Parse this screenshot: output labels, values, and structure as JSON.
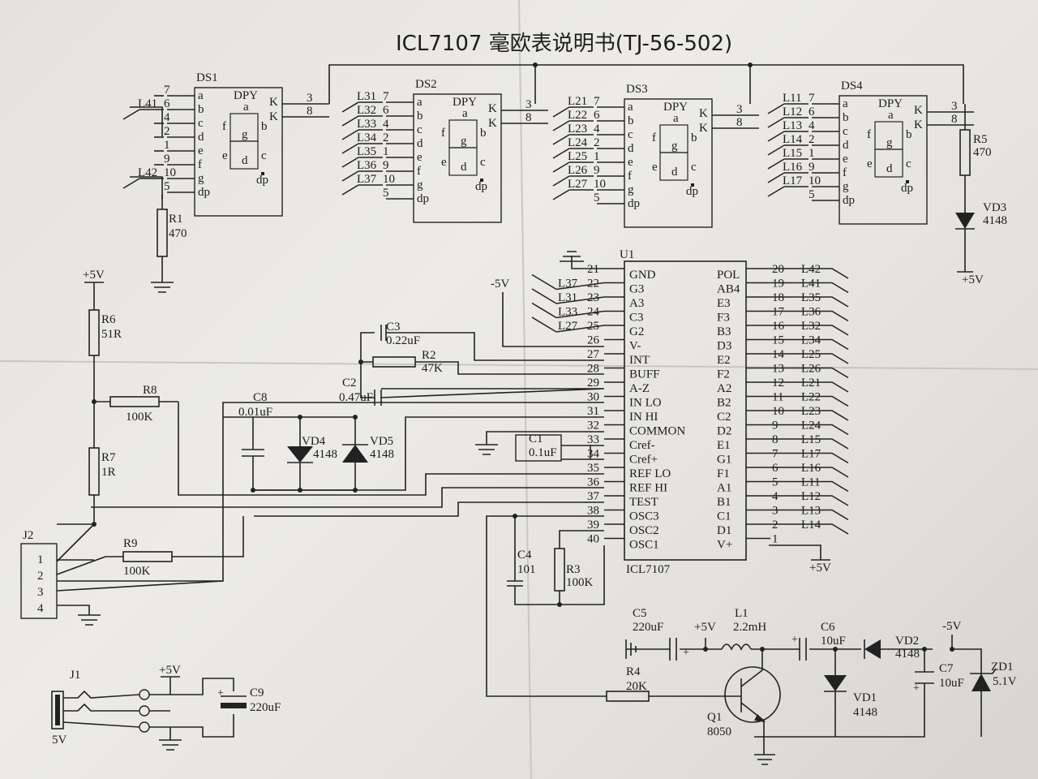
{
  "title": "ICL7107 毫欧表说明书(TJ-56-502)",
  "displays": [
    {
      "ref": "DS1",
      "dpy": "DPY",
      "k": "K",
      "pins": [
        "7",
        "6",
        "4",
        "2",
        "1",
        "9",
        "10",
        "5"
      ],
      "nets": [
        "",
        "L41",
        "",
        "",
        "",
        "",
        "L42",
        ""
      ],
      "extra_pins": [
        "3",
        "8"
      ]
    },
    {
      "ref": "DS2",
      "dpy": "DPY",
      "k": "K",
      "pins": [
        "7",
        "6",
        "4",
        "2",
        "1",
        "9",
        "10",
        "5"
      ],
      "nets": [
        "L31",
        "L32",
        "L33",
        "L34",
        "L35",
        "L36",
        "L37",
        ""
      ],
      "extra_pins": [
        "3",
        "8"
      ]
    },
    {
      "ref": "DS3",
      "dpy": "DPY",
      "k": "K",
      "pins": [
        "7",
        "6",
        "4",
        "2",
        "1",
        "9",
        "10",
        "5"
      ],
      "nets": [
        "L21",
        "L22",
        "L23",
        "L24",
        "L25",
        "L26",
        "L27",
        ""
      ],
      "extra_pins": [
        "3",
        "8"
      ]
    },
    {
      "ref": "DS4",
      "dpy": "DPY",
      "k": "K",
      "pins": [
        "7",
        "6",
        "4",
        "2",
        "1",
        "9",
        "10",
        "5"
      ],
      "nets": [
        "L11",
        "L12",
        "L13",
        "L14",
        "L15",
        "L16",
        "L17",
        ""
      ],
      "extra_pins": [
        "3",
        "8"
      ]
    }
  ],
  "seg_labels": [
    "a",
    "b",
    "c",
    "d",
    "e",
    "f",
    "g",
    "dp"
  ],
  "seg_glyphs": {
    "a": "a",
    "b": "b",
    "c": "c",
    "d": "d",
    "e": "e",
    "f": "f",
    "g": "g",
    "dp": "dp"
  },
  "ic": {
    "ref": "U1",
    "part": "ICL7107",
    "left": [
      {
        "pin": "21",
        "name": "GND",
        "net": ""
      },
      {
        "pin": "22",
        "name": "G3",
        "net": "L37"
      },
      {
        "pin": "23",
        "name": "A3",
        "net": "L31"
      },
      {
        "pin": "24",
        "name": "C3",
        "net": "L33"
      },
      {
        "pin": "25",
        "name": "G2",
        "net": "L27"
      },
      {
        "pin": "26",
        "name": "V-",
        "net": ""
      },
      {
        "pin": "27",
        "name": "INT",
        "net": ""
      },
      {
        "pin": "28",
        "name": "BUFF",
        "net": ""
      },
      {
        "pin": "29",
        "name": "A-Z",
        "net": ""
      },
      {
        "pin": "30",
        "name": "IN LO",
        "net": ""
      },
      {
        "pin": "31",
        "name": "IN HI",
        "net": ""
      },
      {
        "pin": "32",
        "name": "COMMON",
        "net": ""
      },
      {
        "pin": "33",
        "name": "Cref-",
        "net": ""
      },
      {
        "pin": "34",
        "name": "Cref+",
        "net": ""
      },
      {
        "pin": "35",
        "name": "REF LO",
        "net": ""
      },
      {
        "pin": "36",
        "name": "REF HI",
        "net": ""
      },
      {
        "pin": "37",
        "name": "TEST",
        "net": ""
      },
      {
        "pin": "38",
        "name": "OSC3",
        "net": ""
      },
      {
        "pin": "39",
        "name": "OSC2",
        "net": ""
      },
      {
        "pin": "40",
        "name": "OSC1",
        "net": ""
      }
    ],
    "right": [
      {
        "pin": "20",
        "name": "POL",
        "net": "L42"
      },
      {
        "pin": "19",
        "name": "AB4",
        "net": "L41"
      },
      {
        "pin": "18",
        "name": "E3",
        "net": "L35"
      },
      {
        "pin": "17",
        "name": "F3",
        "net": "L36"
      },
      {
        "pin": "16",
        "name": "B3",
        "net": "L32"
      },
      {
        "pin": "15",
        "name": "D3",
        "net": "L34"
      },
      {
        "pin": "14",
        "name": "E2",
        "net": "L25"
      },
      {
        "pin": "13",
        "name": "F2",
        "net": "L26"
      },
      {
        "pin": "12",
        "name": "A2",
        "net": "L21"
      },
      {
        "pin": "11",
        "name": "B2",
        "net": "L22"
      },
      {
        "pin": "10",
        "name": "C2",
        "net": "L23"
      },
      {
        "pin": "9",
        "name": "D2",
        "net": "L24"
      },
      {
        "pin": "8",
        "name": "E1",
        "net": "L15"
      },
      {
        "pin": "7",
        "name": "G1",
        "net": "L17"
      },
      {
        "pin": "6",
        "name": "F1",
        "net": "L16"
      },
      {
        "pin": "5",
        "name": "A1",
        "net": "L11"
      },
      {
        "pin": "4",
        "name": "B1",
        "net": "L12"
      },
      {
        "pin": "3",
        "name": "C1",
        "net": "L13"
      },
      {
        "pin": "2",
        "name": "D1",
        "net": "L14"
      },
      {
        "pin": "1",
        "name": "V+",
        "net": ""
      }
    ]
  },
  "components": {
    "r1": {
      "ref": "R1",
      "value": "470"
    },
    "r2": {
      "ref": "R2",
      "value": "47K"
    },
    "r3": {
      "ref": "R3",
      "value": "100K"
    },
    "r4": {
      "ref": "R4",
      "value": "20K"
    },
    "r5": {
      "ref": "R5",
      "value": "470"
    },
    "r6": {
      "ref": "R6",
      "value": "51R"
    },
    "r7": {
      "ref": "R7",
      "value": "1R"
    },
    "r8": {
      "ref": "R8",
      "value": "100K"
    },
    "r9": {
      "ref": "R9",
      "value": "100K"
    },
    "c1": {
      "ref": "C1",
      "value": "0.1uF"
    },
    "c2": {
      "ref": "C2",
      "value": "0.47uF"
    },
    "c3": {
      "ref": "C3",
      "value": "0.22uF"
    },
    "c4": {
      "ref": "C4",
      "value": "101"
    },
    "c5": {
      "ref": "C5",
      "value": "220uF"
    },
    "c6": {
      "ref": "C6",
      "value": "10uF"
    },
    "c7": {
      "ref": "C7",
      "value": "10uF"
    },
    "c8": {
      "ref": "C8",
      "value": "0.01uF"
    },
    "c9": {
      "ref": "C9",
      "value": "220uF"
    },
    "l1": {
      "ref": "L1",
      "value": "2.2mH"
    },
    "vd1": {
      "ref": "VD1",
      "value": "4148"
    },
    "vd2": {
      "ref": "VD2",
      "value": "4148"
    },
    "vd3": {
      "ref": "VD3",
      "value": "4148"
    },
    "vd4": {
      "ref": "VD4",
      "value": "4148"
    },
    "vd5": {
      "ref": "VD5",
      "value": "4148"
    },
    "zd1": {
      "ref": "ZD1",
      "value": "5.1V"
    },
    "q1": {
      "ref": "Q1",
      "value": "8050"
    },
    "j1": {
      "ref": "J1",
      "value": "5V"
    },
    "j2": {
      "ref": "J2",
      "pins": [
        "1",
        "2",
        "3",
        "4"
      ]
    }
  },
  "rails": {
    "plus5": "+5V",
    "minus5": "-5V"
  }
}
